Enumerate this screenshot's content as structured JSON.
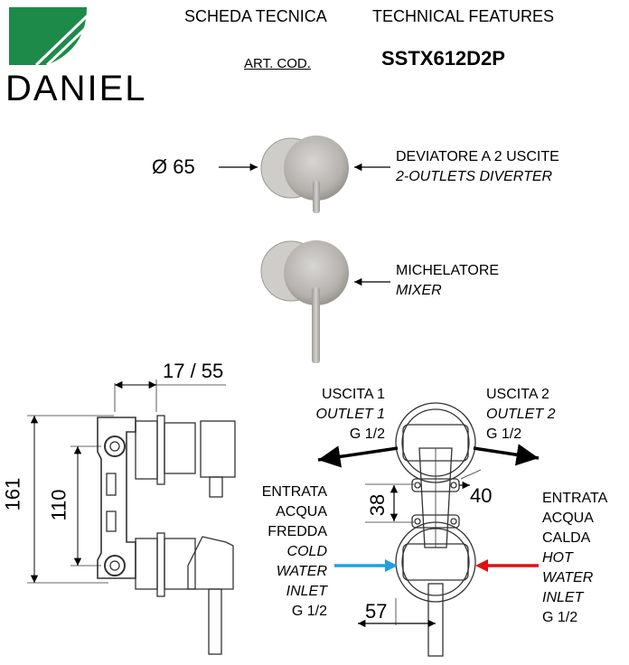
{
  "brand": {
    "name": "DANIEL",
    "green": "#1e8a4a"
  },
  "header": {
    "scheda": "SCHEDA TECNICA",
    "technical": "TECHNICAL FEATURES",
    "art_cod_label": "ART. COD.",
    "art_cod": "SSTX612D2P"
  },
  "top": {
    "diameter": "Ø 65",
    "diverter_it": "DEVIATORE A 2 USCITE",
    "diverter_en": "2-OUTLETS DIVERTER",
    "mixer_it": "MICHELATORE",
    "mixer_en": "MIXER"
  },
  "side_view": {
    "dim_top": "17 / 55",
    "dim_height": "161",
    "dim_inner": "110"
  },
  "front_view": {
    "outlet1_it": "USCITA 1",
    "outlet1_en": "OUTLET 1",
    "outlet1_g": "G 1/2",
    "outlet2_it": "USCITA 2",
    "outlet2_en": "OUTLET 2",
    "outlet2_g": "G 1/2",
    "dim_38": "38",
    "dim_40": "40",
    "dim_57": "57",
    "cold": [
      "ENTRATA",
      "ACQUA",
      "FREDDA",
      "COLD",
      "WATER",
      "INLET",
      "G 1/2"
    ],
    "hot": [
      "ENTRATA",
      "ACQUA",
      "CALDA",
      "HOT",
      "WATER",
      "INLET",
      "G 1/2"
    ],
    "cold_color": "#1ea0e0",
    "hot_color": "#e01010"
  }
}
